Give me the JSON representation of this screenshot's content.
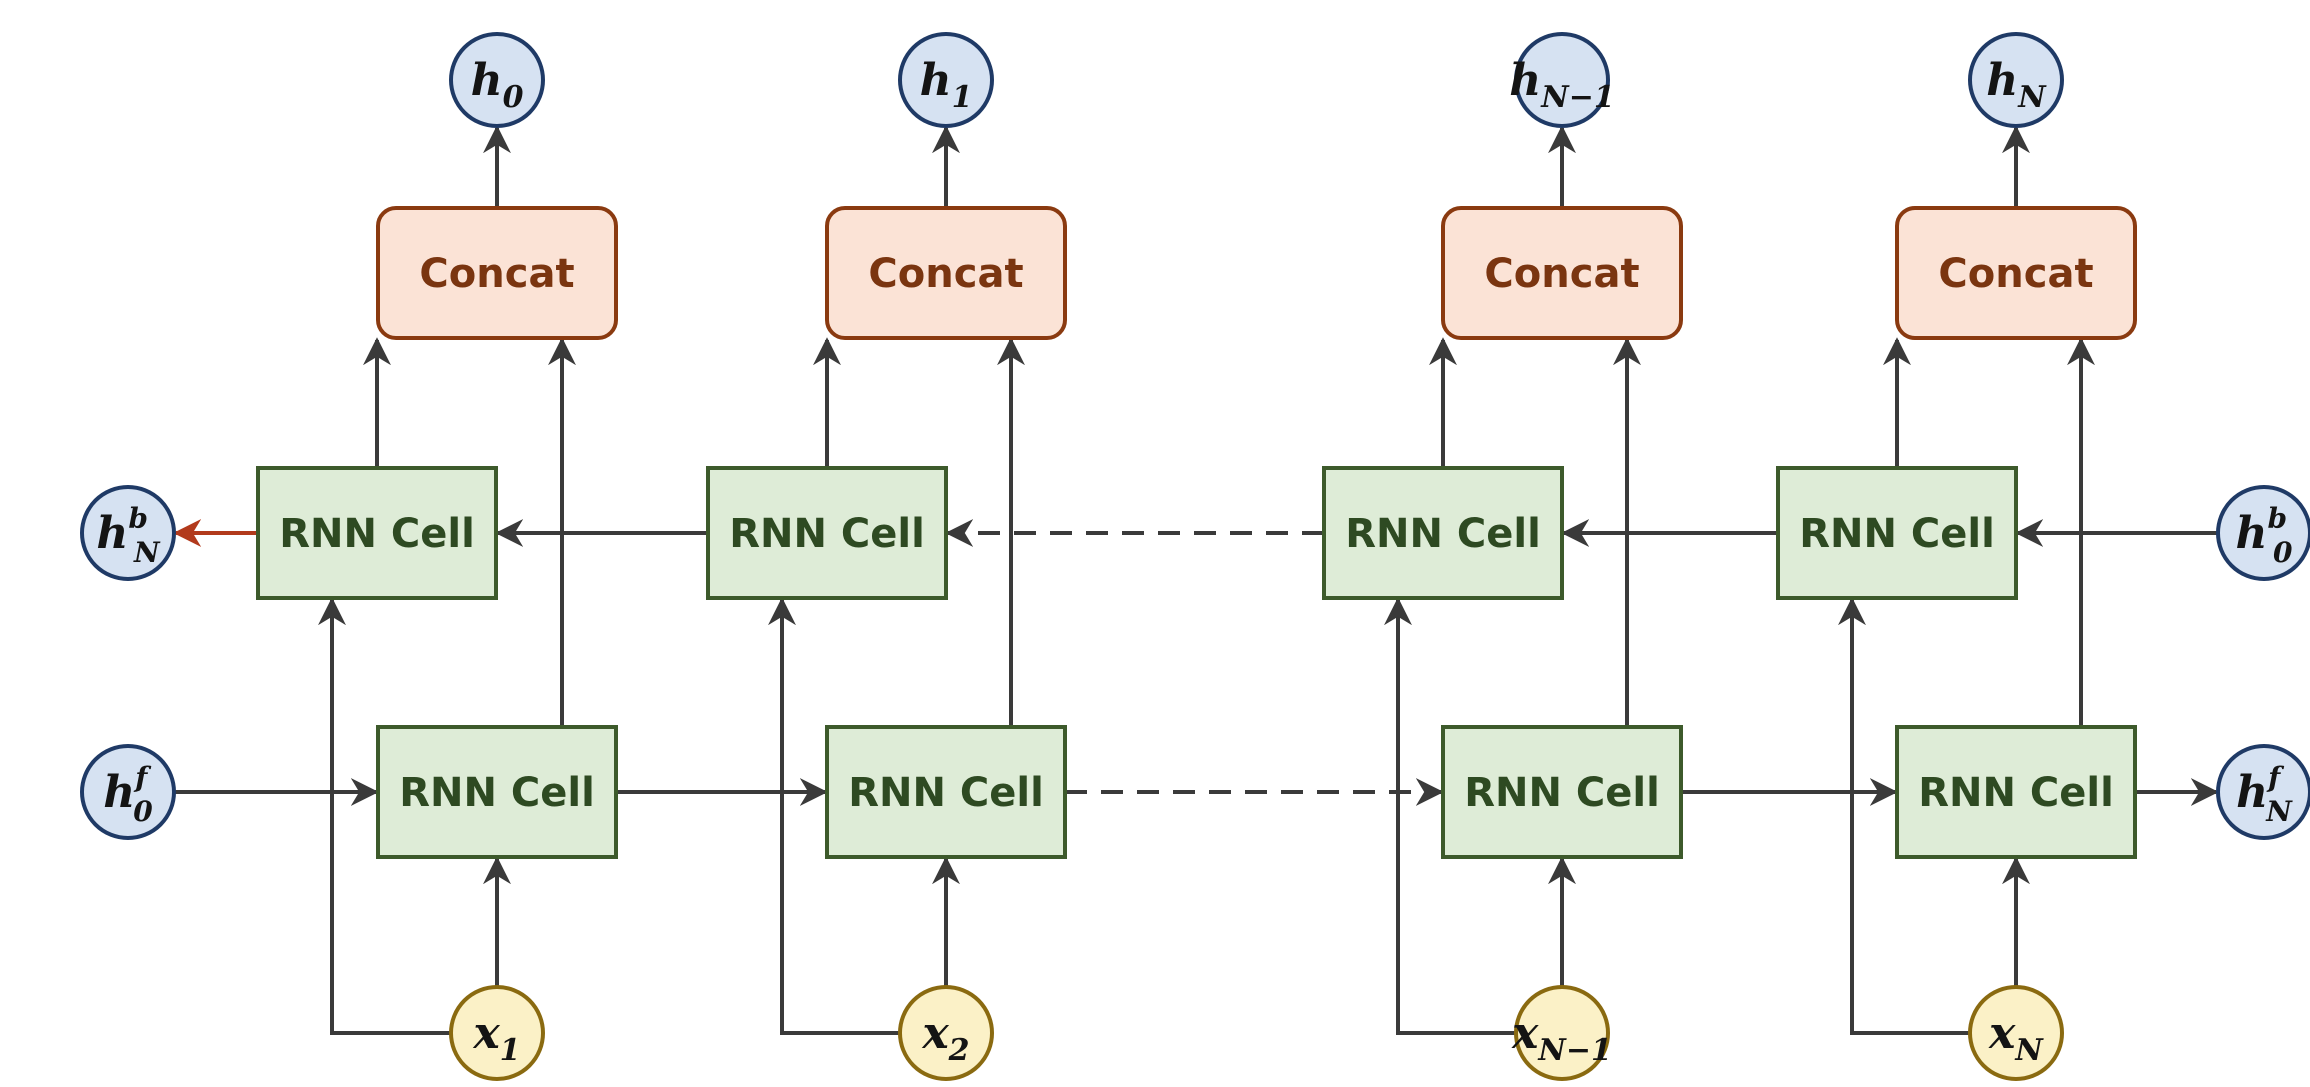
{
  "colors": {
    "line": "#3a3a3a",
    "accent_arrow": "#b23a1c",
    "cell_fill": "#deecd7",
    "cell_stroke": "#3d5a2b",
    "cell_text": "#2e4a22",
    "concat_fill": "#fbe3d6",
    "concat_stroke": "#8a3a10",
    "concat_text": "#7a3510",
    "hidden_fill": "#d6e2f2",
    "hidden_stroke": "#1f3a66",
    "input_fill": "#fbf1c7",
    "input_stroke": "#8a6a10"
  },
  "labels": {
    "concat": "Concat",
    "rnn_cell": "RNN Cell"
  },
  "columns": [
    {
      "output": {
        "base": "h",
        "sub": "0"
      },
      "input": {
        "base": "x",
        "sub": "1"
      }
    },
    {
      "output": {
        "base": "h",
        "sub": "1"
      },
      "input": {
        "base": "x",
        "sub": "2"
      }
    },
    {
      "output": {
        "base": "h",
        "sub": "N−1"
      },
      "input": {
        "base": "x",
        "sub": "N−1"
      }
    },
    {
      "output": {
        "base": "h",
        "sub": "N"
      },
      "input": {
        "base": "x",
        "sub": "N"
      }
    }
  ],
  "side_states": {
    "backward_out": {
      "base": "h",
      "sub": "N",
      "sup": "b"
    },
    "backward_in": {
      "base": "h",
      "sub": "0",
      "sup": "b"
    },
    "forward_in": {
      "base": "h",
      "sub": "0",
      "sup": "f"
    },
    "forward_out": {
      "base": "h",
      "sub": "N",
      "sup": "f"
    }
  }
}
